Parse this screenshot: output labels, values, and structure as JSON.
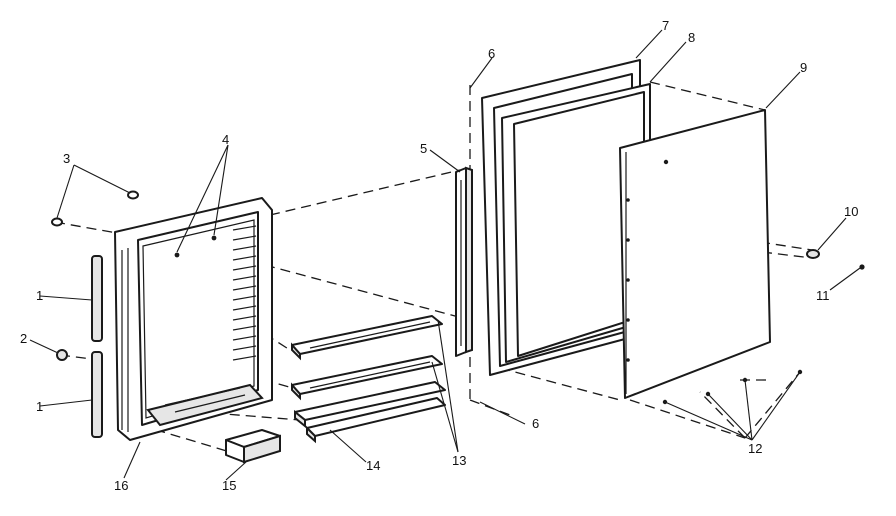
{
  "diagram": {
    "callouts": [
      {
        "id": "c1a",
        "text": "1"
      },
      {
        "id": "c1b",
        "text": "1"
      },
      {
        "id": "c2",
        "text": "2"
      },
      {
        "id": "c3",
        "text": "3"
      },
      {
        "id": "c4",
        "text": "4"
      },
      {
        "id": "c5",
        "text": "5"
      },
      {
        "id": "c6a",
        "text": "6"
      },
      {
        "id": "c6b",
        "text": "6"
      },
      {
        "id": "c7",
        "text": "7"
      },
      {
        "id": "c8",
        "text": "8"
      },
      {
        "id": "c9",
        "text": "9"
      },
      {
        "id": "c10",
        "text": "10"
      },
      {
        "id": "c11",
        "text": "11"
      },
      {
        "id": "c12",
        "text": "12"
      },
      {
        "id": "c13",
        "text": "13"
      },
      {
        "id": "c14",
        "text": "14"
      },
      {
        "id": "c15",
        "text": "15"
      },
      {
        "id": "c16",
        "text": "16"
      }
    ]
  }
}
